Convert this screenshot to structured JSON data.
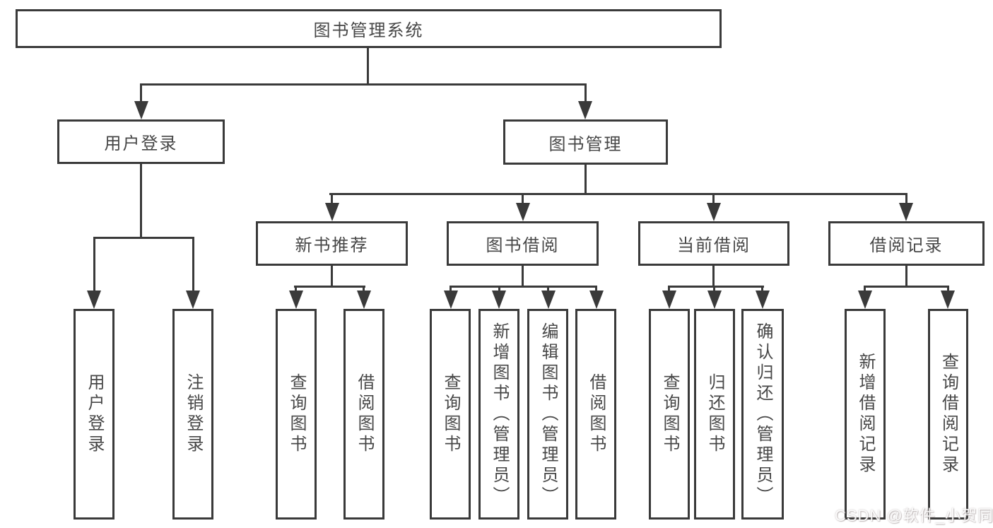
{
  "tree": {
    "root": {
      "label": "图书管理系统"
    },
    "children": [
      {
        "label": "用户登录",
        "children": [
          {
            "label": "用户登录"
          },
          {
            "label": "注销登录"
          }
        ]
      },
      {
        "label": "图书管理",
        "children": [
          {
            "label": "新书推荐",
            "children": [
              {
                "label": "查询图书"
              },
              {
                "label": "借阅图书"
              }
            ]
          },
          {
            "label": "图书借阅",
            "children": [
              {
                "label": "查询图书"
              },
              {
                "label": "新增图书（管理员）"
              },
              {
                "label": "编辑图书（管理员）"
              },
              {
                "label": "借阅图书"
              }
            ]
          },
          {
            "label": "当前借阅",
            "children": [
              {
                "label": "查询图书"
              },
              {
                "label": "归还图书"
              },
              {
                "label": "确认归还（管理员）"
              }
            ]
          },
          {
            "label": "借阅记录",
            "children": [
              {
                "label": "新增借阅记录"
              },
              {
                "label": "查询借阅记录"
              }
            ]
          }
        ]
      }
    ]
  },
  "watermark": "CSDN @软件_小贺同学",
  "colors": {
    "line": "#3a3a3a",
    "text": "#474747",
    "background": "#ffffff"
  }
}
